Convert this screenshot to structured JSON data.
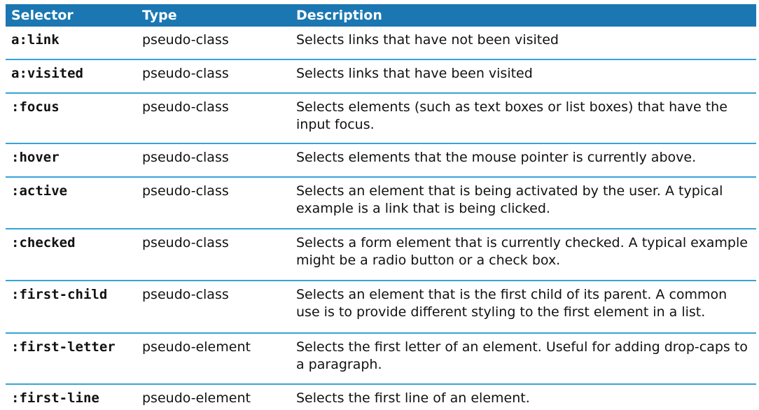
{
  "header": {
    "selector": "Selector",
    "type": "Type",
    "description": "Description"
  },
  "rows": [
    {
      "selector": "a:link",
      "type": "pseudo-class",
      "description": "Selects links that have not been visited"
    },
    {
      "selector": "a:visited",
      "type": "pseudo-class",
      "description": "Selects links that have been visited"
    },
    {
      "selector": ":focus",
      "type": "pseudo-class",
      "description": "Selects elements (such as text boxes or list boxes) that have the input focus."
    },
    {
      "selector": ":hover",
      "type": "pseudo-class",
      "description": "Selects elements that the mouse pointer is currently above."
    },
    {
      "selector": ":active",
      "type": "pseudo-class",
      "description": "Selects an element that is being activated by the user. A typical example is a link that is being clicked."
    },
    {
      "selector": ":checked",
      "type": "pseudo-class",
      "description": "Selects a form element that is currently checked. A typical example might be a radio button or a check box."
    },
    {
      "selector": ":first-child",
      "type": "pseudo-class",
      "description": "Selects an element that is the first child of its parent. A common use is to provide different styling to the first element in a list."
    },
    {
      "selector": ":first-letter",
      "type": "pseudo-element",
      "description": "Selects the first letter of an element. Useful for adding drop-caps to a paragraph."
    },
    {
      "selector": ":first-line",
      "type": "pseudo-element",
      "description": "Selects the first line of an element."
    }
  ],
  "colors": {
    "header_bg": "#1a77b2",
    "row_divider": "#36a3d8"
  }
}
